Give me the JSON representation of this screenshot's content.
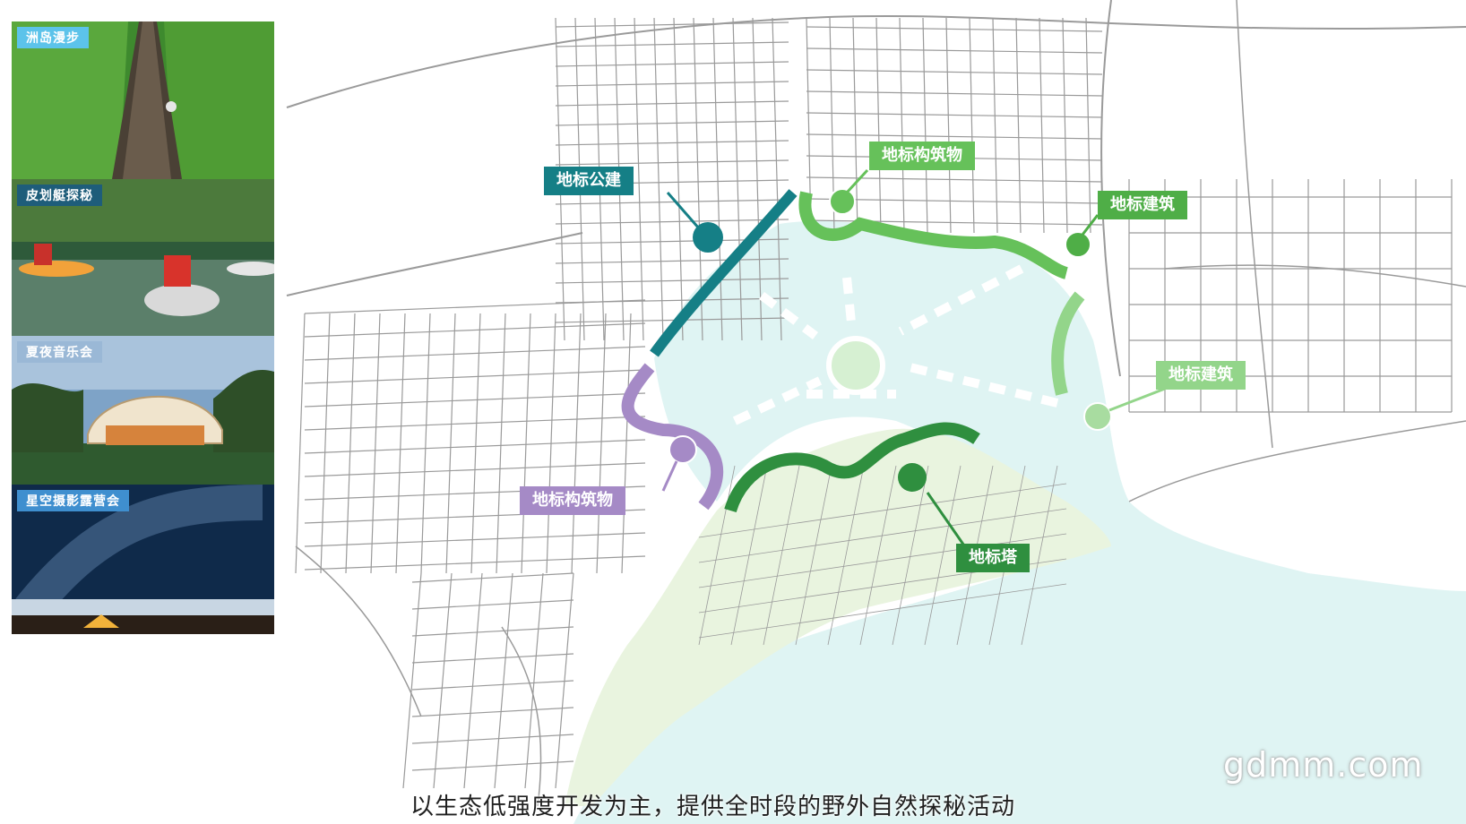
{
  "photos": [
    {
      "label": "洲岛漫步",
      "icon": "boardwalk-photo"
    },
    {
      "label": "皮划艇探秘",
      "icon": "kayak-photo"
    },
    {
      "label": "夏夜音乐会",
      "icon": "concert-stage-photo"
    },
    {
      "label": "星空摄影露营会",
      "icon": "starry-camping-photo"
    }
  ],
  "callouts": {
    "public_building": "地标公建",
    "structure_north": "地标构筑物",
    "building_ne": "地标建筑",
    "building_east": "地标建筑",
    "structure_west": "地标构筑物",
    "tower": "地标塔"
  },
  "subtitle": "以生态低强度开发为主，提供全时段的野外自然探秘活动",
  "watermark": "gdmm.com",
  "colors": {
    "teal": "#157f86",
    "green_light": "#66c15a",
    "green_mid": "#4fae47",
    "green_pale": "#93d58a",
    "green_dark": "#2f8f3f",
    "purple": "#a58ac6",
    "water": "#dff4f3",
    "land_green": "#e9f4df",
    "road": "#8f8f8f"
  }
}
